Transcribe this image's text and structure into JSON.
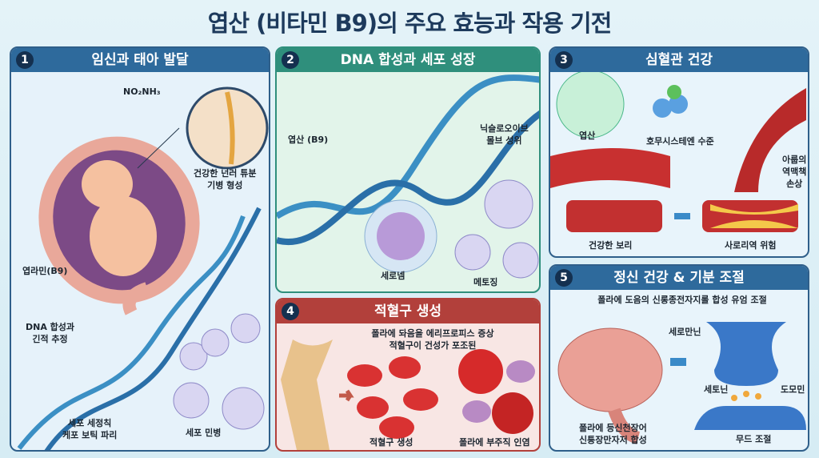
{
  "title": "엽산 (비타민 B9)의 주요 효능과 작용 기전",
  "panels": [
    {
      "number": "1",
      "title": "임신과 태아 발달",
      "color": "#2e6a9c",
      "labels": {
        "neural_tube": "건강한 넌러 튜분\n기병 형성",
        "folate": "엽라민(B9)",
        "dna": "DNA 합성과\n긴적 추정",
        "cell_repair": "세포 세정칙\n케포 보틱 파리",
        "cell_division": "세포 민병",
        "chem_formula": "NO₂NH₃"
      }
    },
    {
      "number": "2",
      "title": "DNA 합성과 세포 성장",
      "color": "#2f8f7c",
      "labels": {
        "folate": "엽산 (B9)",
        "nucleotide": "닉슬로오이브\n몰브 성위",
        "cell": "세로넴",
        "mitosis": "메토징"
      }
    },
    {
      "number": "3",
      "title": "심혈관 건강",
      "color": "#2e6a9c",
      "labels": {
        "folate": "엽산",
        "homocysteine": "호무시스테엔 수준",
        "damage": "아룹의\n역맥책\n손상",
        "healthy": "건강한 보리",
        "risk": "사로리역 위험"
      }
    },
    {
      "number": "4",
      "title": "적혈구 생성",
      "color": "#b2403b",
      "labels": {
        "caption": "폴라에 돠음을 에리프로피스 증상\n적혈구이 건성가 포조된",
        "rbc": "적혈구 생성",
        "anemia": "폴라에 부주직 인염"
      }
    },
    {
      "number": "5",
      "title": "정신 건강 & 기분 조절",
      "color": "#2e6a9c",
      "labels": {
        "caption": "폴라에 도음의 신롱종전자지롤 합성 유엄 조절",
        "serotonin_top": "세로만닌",
        "serotonin": "세토닌",
        "dopamine": "도모민",
        "brain": "폴라에 등신천장어\n신틍장만자저 합성",
        "mood": "무드 조절"
      }
    }
  ]
}
